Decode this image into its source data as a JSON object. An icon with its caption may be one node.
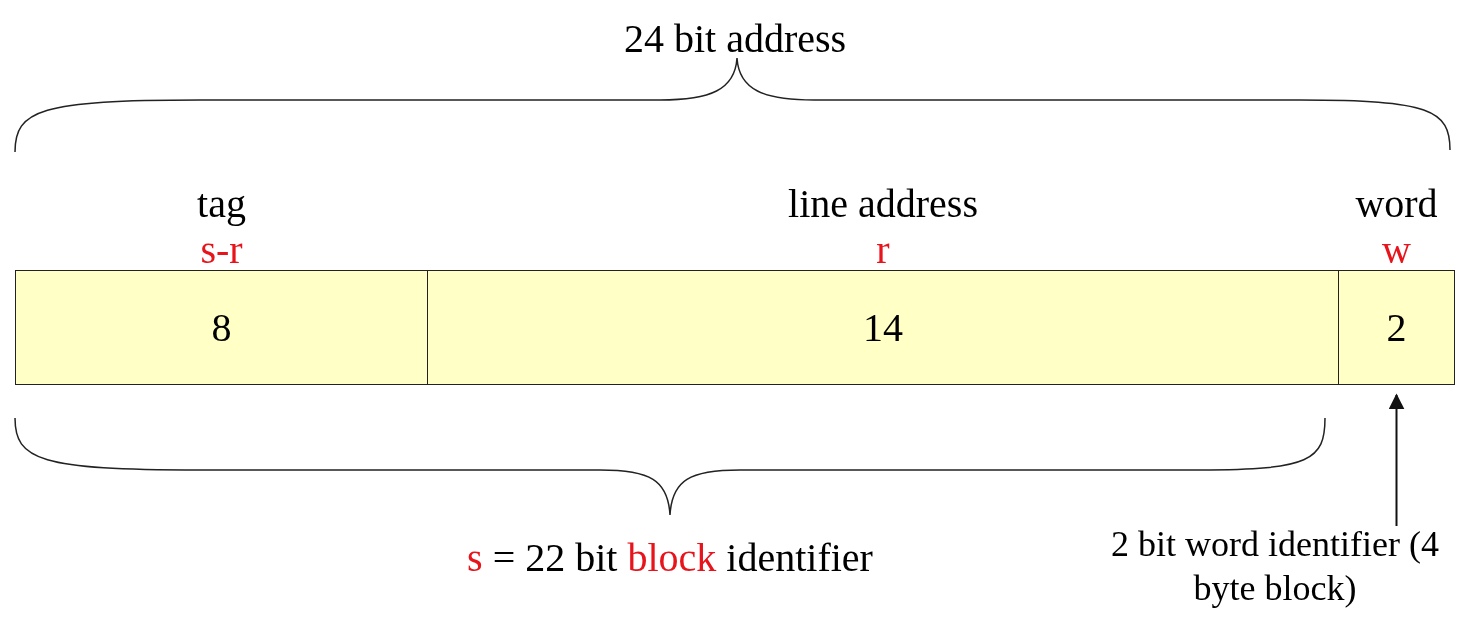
{
  "diagram": {
    "title": "24 bit address",
    "nodes": [
      {
        "text": [
          "tag",
          "s-r",
          "8"
        ]
      },
      {
        "text": [
          "line address",
          "r",
          "14"
        ]
      },
      {
        "text": [
          "word",
          "w",
          "2"
        ]
      },
      {
        "text": [
          "2 bit word identifier (4 byte block)"
        ]
      }
    ],
    "edges": [
      {
        "from": 3,
        "to": 2,
        "arrow": "to"
      }
    ],
    "labels": [
      "*s* = 22 bit *block* identifier"
    ]
  }
}
